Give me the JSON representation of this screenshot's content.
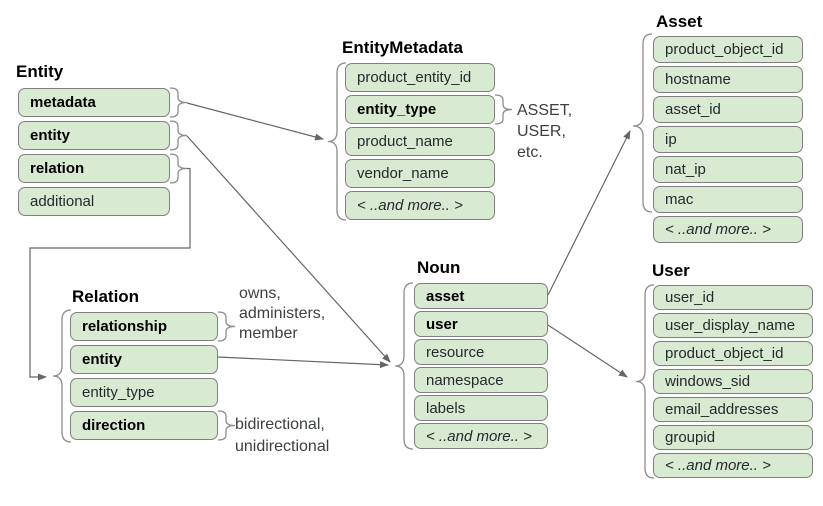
{
  "colors": {
    "row_fill": "#d9ead3",
    "row_border": "#7f7f7f",
    "connector": "#666666",
    "brace": "#8c8c8c",
    "note_text": "#3c4043"
  },
  "boxes": {
    "entity": {
      "title": "Entity",
      "rows": [
        {
          "label": "metadata"
        },
        {
          "label": "entity"
        },
        {
          "label": "relation"
        },
        {
          "label": "additional"
        }
      ]
    },
    "entity_metadata": {
      "title": "EntityMetadata",
      "rows": [
        {
          "label": "product_entity_id"
        },
        {
          "label": "entity_type"
        },
        {
          "label": "product_name"
        },
        {
          "label": "vendor_name"
        },
        {
          "label": "< ..and more.. >"
        }
      ]
    },
    "asset": {
      "title": "Asset",
      "rows": [
        {
          "label": "product_object_id"
        },
        {
          "label": "hostname"
        },
        {
          "label": "asset_id"
        },
        {
          "label": "ip"
        },
        {
          "label": "nat_ip"
        },
        {
          "label": "mac"
        },
        {
          "label": "< ..and more.. >"
        }
      ]
    },
    "noun": {
      "title": "Noun",
      "rows": [
        {
          "label": "asset"
        },
        {
          "label": "user"
        },
        {
          "label": "resource"
        },
        {
          "label": "namespace"
        },
        {
          "label": "labels"
        },
        {
          "label": "< ..and more.. >"
        }
      ]
    },
    "relation": {
      "title": "Relation",
      "rows": [
        {
          "label": "relationship"
        },
        {
          "label": "entity"
        },
        {
          "label": "entity_type"
        },
        {
          "label": "direction"
        }
      ]
    },
    "user": {
      "title": "User",
      "rows": [
        {
          "label": "user_id"
        },
        {
          "label": "user_display_name"
        },
        {
          "label": "product_object_id"
        },
        {
          "label": "windows_sid"
        },
        {
          "label": "email_addresses"
        },
        {
          "label": "groupid"
        },
        {
          "label": "< ..and more.. >"
        }
      ]
    }
  },
  "notes": {
    "entity_type_values": "ASSET,\nUSER,\netc.",
    "relationship_values": "owns,\nadministers,\nmember",
    "direction_values": "bidirectional,\nunidirectional"
  }
}
